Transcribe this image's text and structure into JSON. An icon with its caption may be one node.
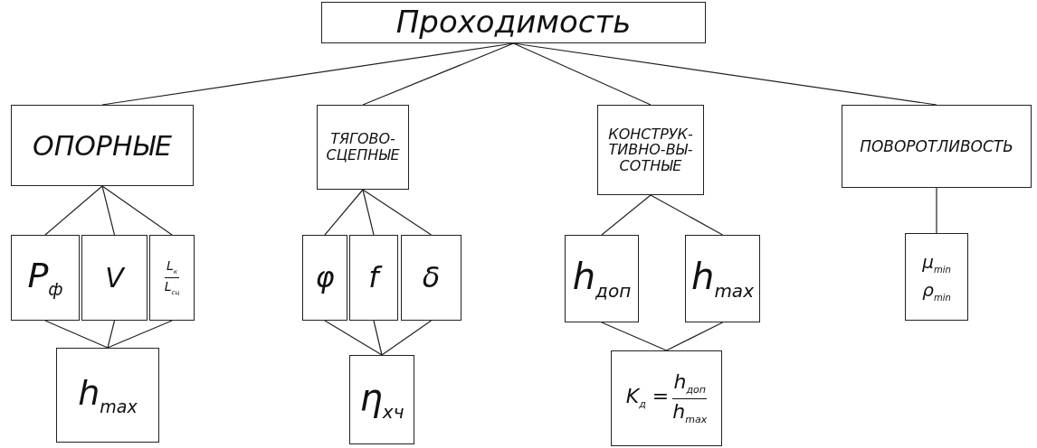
{
  "diagram": {
    "nodes": [
      {
        "text": [
          "Проходимость"
        ]
      },
      {
        "text": [
          "ОПОРНЫЕ"
        ]
      },
      {
        "text": [
          "ТЯГОВО-СЦЕПНЫЕ"
        ]
      },
      {
        "text": [
          "КОНСТРУК-ТИВНО-ВЫ-СОТНЫЕ"
        ]
      },
      {
        "text": [
          "ПОВОРОТЛИВОСТЬ"
        ]
      },
      {
        "text": [
          "P$_{ф}$"
        ]
      },
      {
        "text": [
          "V"
        ]
      },
      {
        "text": [
          "L$_{к}$",
          "L$_{сц}$"
        ]
      },
      {
        "text": [
          "h$_{max}$"
        ]
      },
      {
        "text": [
          "φ"
        ]
      },
      {
        "text": [
          "f"
        ]
      },
      {
        "text": [
          "δ"
        ]
      },
      {
        "text": [
          "η$_{хч}$"
        ]
      },
      {
        "text": [
          "h$_{доп}$"
        ]
      },
      {
        "text": [
          "h$_{max}$"
        ]
      },
      {
        "text": [
          "K$_{д}$ =",
          "h$_{доп}$",
          "h$_{max}$"
        ]
      },
      {
        "text": [
          "μ$_{min}$",
          "ρ$_{min}$"
        ]
      }
    ],
    "edges": [
      {
        "from": 0,
        "to": 1,
        "arrow": "none"
      },
      {
        "from": 0,
        "to": 2,
        "arrow": "none"
      },
      {
        "from": 0,
        "to": 3,
        "arrow": "none"
      },
      {
        "from": 0,
        "to": 4,
        "arrow": "none"
      },
      {
        "from": 1,
        "to": 5,
        "arrow": "none"
      },
      {
        "from": 1,
        "to": 6,
        "arrow": "none"
      },
      {
        "from": 1,
        "to": 7,
        "arrow": "none"
      },
      {
        "from": 5,
        "to": 8,
        "arrow": "none"
      },
      {
        "from": 6,
        "to": 8,
        "arrow": "none"
      },
      {
        "from": 7,
        "to": 8,
        "arrow": "none"
      },
      {
        "from": 2,
        "to": 9,
        "arrow": "none"
      },
      {
        "from": 2,
        "to": 10,
        "arrow": "none"
      },
      {
        "from": 2,
        "to": 11,
        "arrow": "none"
      },
      {
        "from": 9,
        "to": 12,
        "arrow": "none"
      },
      {
        "from": 10,
        "to": 12,
        "arrow": "none"
      },
      {
        "from": 11,
        "to": 12,
        "arrow": "none"
      },
      {
        "from": 3,
        "to": 13,
        "arrow": "none"
      },
      {
        "from": 3,
        "to": 14,
        "arrow": "none"
      },
      {
        "from": 13,
        "to": 15,
        "arrow": "none"
      },
      {
        "from": 14,
        "to": 15,
        "arrow": "none"
      },
      {
        "from": 4,
        "to": 16,
        "arrow": "none"
      }
    ]
  }
}
